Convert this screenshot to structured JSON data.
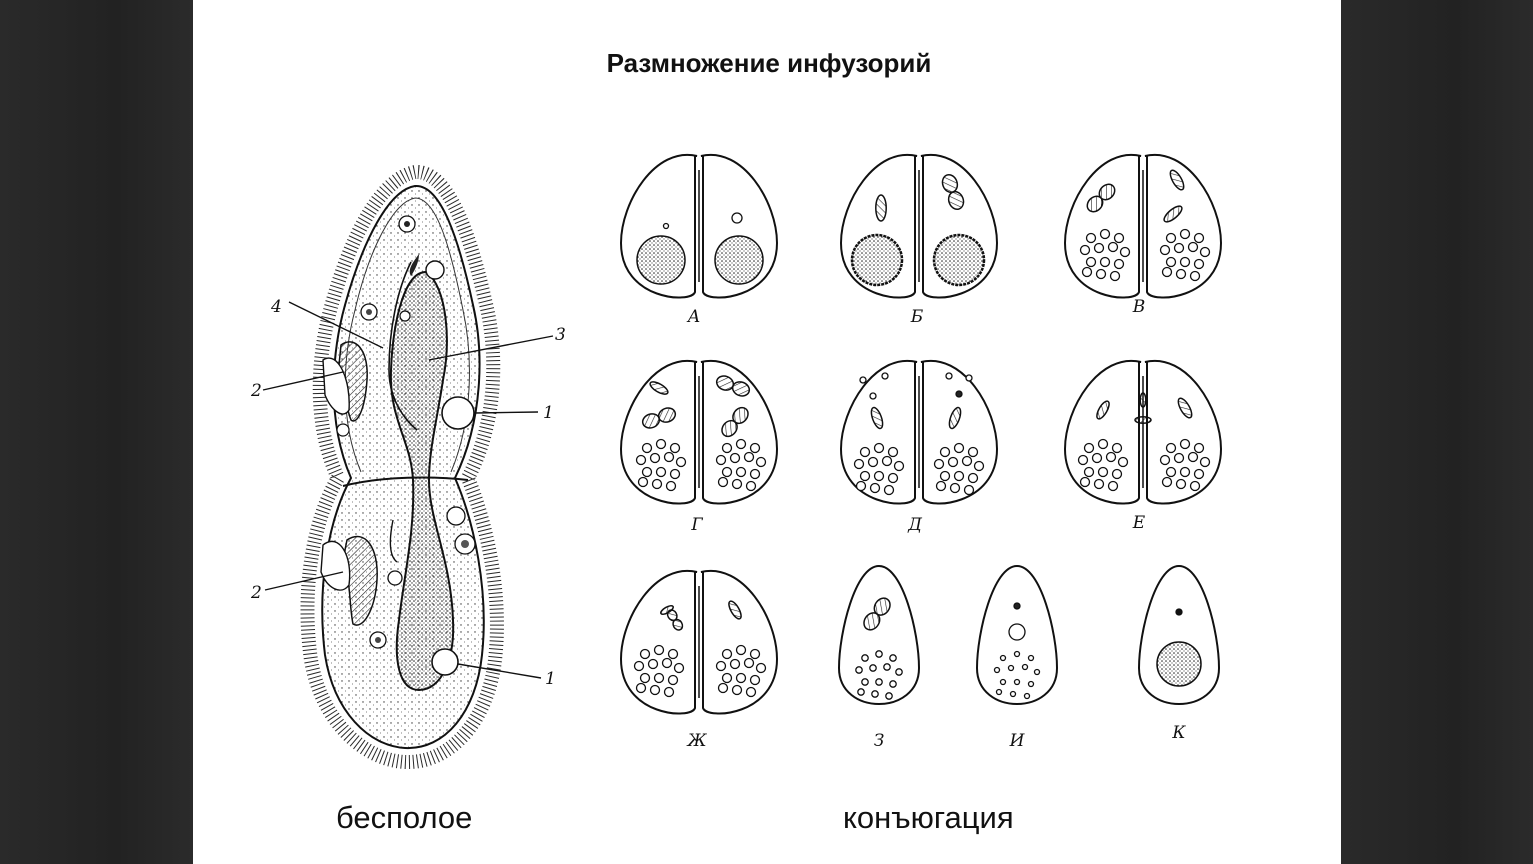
{
  "title": "Размножение инфузорий",
  "captions": {
    "asexual": "бесполое",
    "conjugation": "конъюгация"
  },
  "paramecium_labels": {
    "l4": "4",
    "l3": "3",
    "l2a": "2",
    "l1a": "1",
    "l2b": "2",
    "l1b": "1"
  },
  "stage_labels": [
    "А",
    "Б",
    "В",
    "Г",
    "Д",
    "Е",
    "Ж",
    "З",
    "И",
    "К"
  ],
  "colors": {
    "background": "#262626",
    "slide": "#ffffff",
    "ink": "#111111"
  }
}
